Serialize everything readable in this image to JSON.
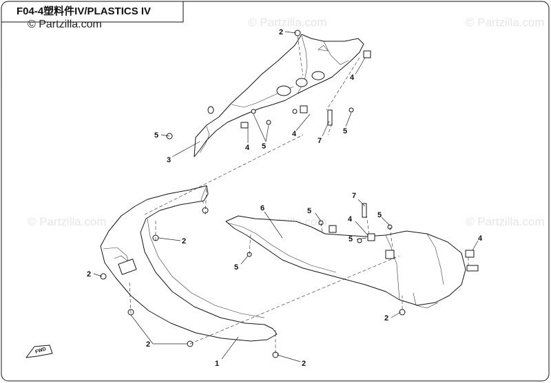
{
  "header": {
    "title": "F04-4塑料件IV/PLASTICS IV",
    "copyright": "© Partzilla.com"
  },
  "watermark": {
    "text": "© Partzilla.com",
    "color": "#e6e6e6"
  },
  "direction_marker": {
    "label": "FWD"
  },
  "callouts": [
    {
      "key": "c1",
      "label": "2"
    },
    {
      "key": "c2",
      "label": "4"
    },
    {
      "key": "c3",
      "label": "5"
    },
    {
      "key": "c4",
      "label": "4"
    },
    {
      "key": "c5",
      "label": "3"
    },
    {
      "key": "c6",
      "label": "5"
    },
    {
      "key": "c7",
      "label": "4"
    },
    {
      "key": "c8",
      "label": "7"
    },
    {
      "key": "c9",
      "label": "5"
    },
    {
      "key": "c10",
      "label": "2"
    },
    {
      "key": "c11",
      "label": "6"
    },
    {
      "key": "c12",
      "label": "5"
    },
    {
      "key": "c13",
      "label": "7"
    },
    {
      "key": "c14",
      "label": "4"
    },
    {
      "key": "c15",
      "label": "5"
    },
    {
      "key": "c16",
      "label": "5"
    },
    {
      "key": "c17",
      "label": "4"
    },
    {
      "key": "c18",
      "label": "5"
    },
    {
      "key": "c19",
      "label": "2"
    },
    {
      "key": "c20",
      "label": "2"
    },
    {
      "key": "c21",
      "label": "2"
    },
    {
      "key": "c22",
      "label": "1"
    },
    {
      "key": "c23",
      "label": "2"
    }
  ]
}
